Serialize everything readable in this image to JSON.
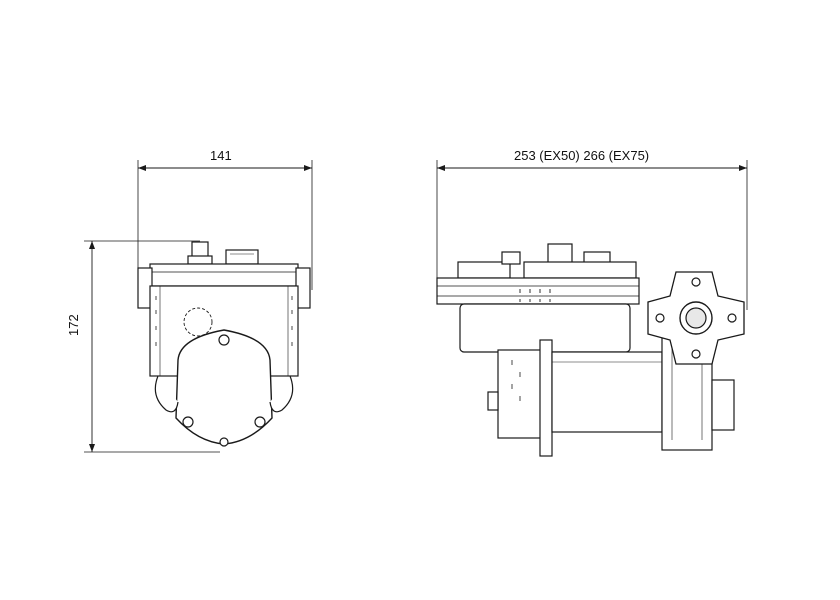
{
  "dimensions": {
    "front_width": "141",
    "front_height": "172",
    "side_width": "253 (EX50) 266 (EX75)"
  },
  "colors": {
    "line": "#1a1a1a",
    "fill": "#ffffff",
    "shade": "#e8e8e8"
  }
}
